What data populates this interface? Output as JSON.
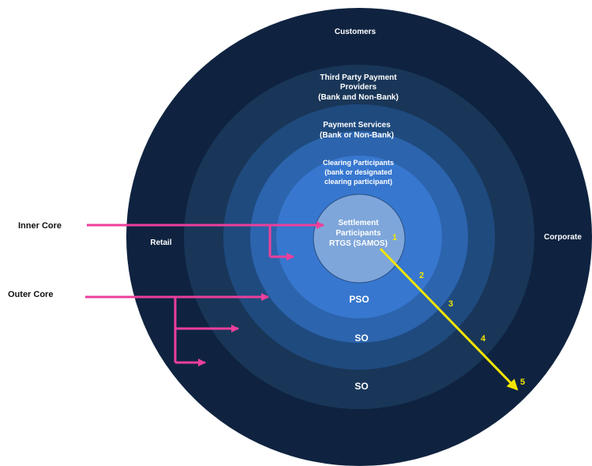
{
  "colors": {
    "ring_customers": "#0f2340",
    "ring_third_party": "#193658",
    "ring_payment_services": "#1f4a7e",
    "ring_clearing": "#2c64ad",
    "ring_clearing_core": "#3777cf",
    "ring_settlement": "#7ea6da",
    "pink_arrow": "#ec3f9b",
    "yellow_arrow": "#f2e400",
    "ring_text": "#ffffff",
    "side_text": "#111111"
  },
  "rings": {
    "customers": "Customers",
    "third_party": [
      "Third Party Payment",
      "Providers",
      "(Bank and Non-Bank)"
    ],
    "payment_services": [
      "Payment Services",
      "(Bank or Non-Bank)"
    ],
    "clearing": [
      "Clearing Participants",
      "(bank or designated",
      "clearing participant)"
    ],
    "settlement": [
      "Settlement",
      "Participants",
      "RTGS (SAMOS)"
    ]
  },
  "ring_codes": {
    "pso": "PSO",
    "so_inner": "SO",
    "so_outer": "SO"
  },
  "sides": {
    "left": "Retail",
    "right": "Corporate"
  },
  "labels": {
    "inner_core": "Inner Core",
    "outer_core": "Outer Core"
  },
  "level_numbers": [
    "1",
    "2",
    "3",
    "4",
    "5"
  ]
}
